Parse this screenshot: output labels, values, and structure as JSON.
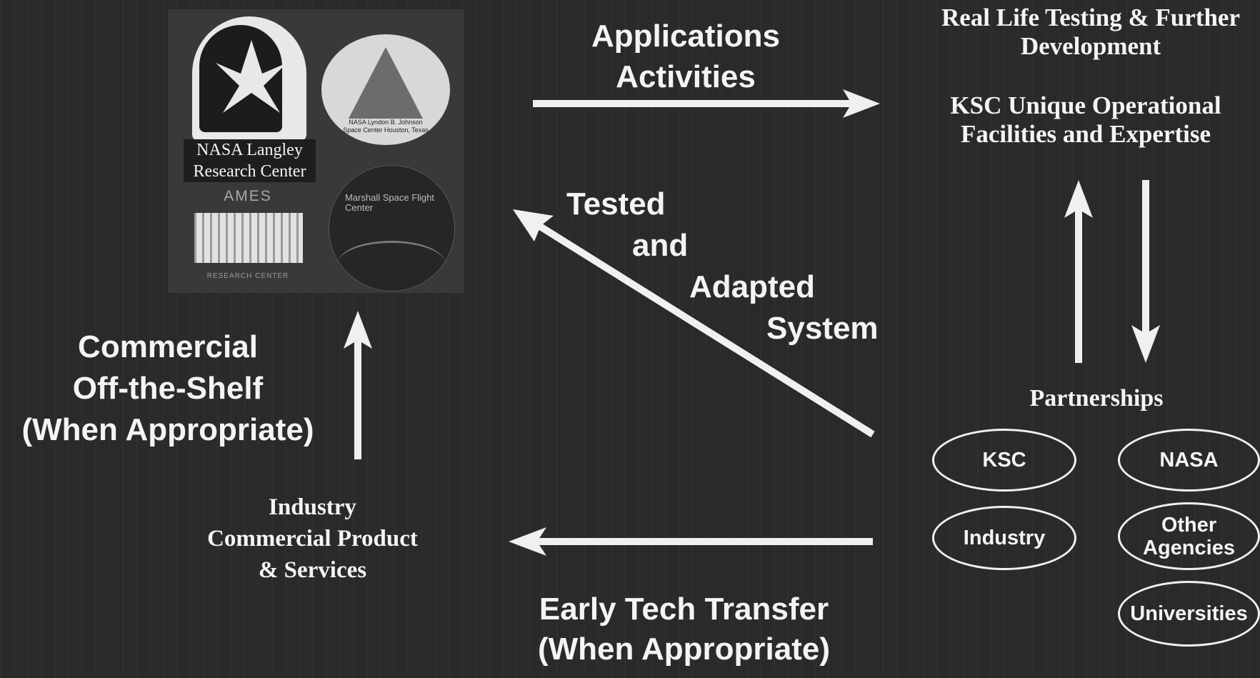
{
  "diagram": {
    "applications_activities": "Applications Activities",
    "real_life_testing": "Real Life Testing & Further Development",
    "ksc_unique": "KSC Unique Operational Facilities and Expertise",
    "tested_adapted_lines": [
      "Tested",
      "and",
      "Adapted",
      "System"
    ],
    "cots_lines": [
      "Commercial",
      "Off-the-Shelf",
      "(When Appropriate)"
    ],
    "industry_lines": [
      "Industry",
      "Commercial Product",
      "& Services"
    ],
    "early_tech_lines": [
      "Early Tech Transfer",
      "(When Appropriate)"
    ],
    "partnerships_title": "Partnerships",
    "partners": [
      "KSC",
      "NASA",
      "Industry",
      "Other Agencies",
      "Universities"
    ]
  },
  "logos": {
    "langley_caption_lines": [
      "NASA Langley",
      "Research Center"
    ],
    "johnson_caption": "NASA Lyndon B. Johnson Space Center Houston, Texas",
    "ames_title": "AMES",
    "ames_sub": "RESEARCH CENTER",
    "marshall_caption": "Marshall Space Flight Center"
  },
  "colors": {
    "background": "#2a2a2a",
    "foreground": "#f4f4f4"
  }
}
